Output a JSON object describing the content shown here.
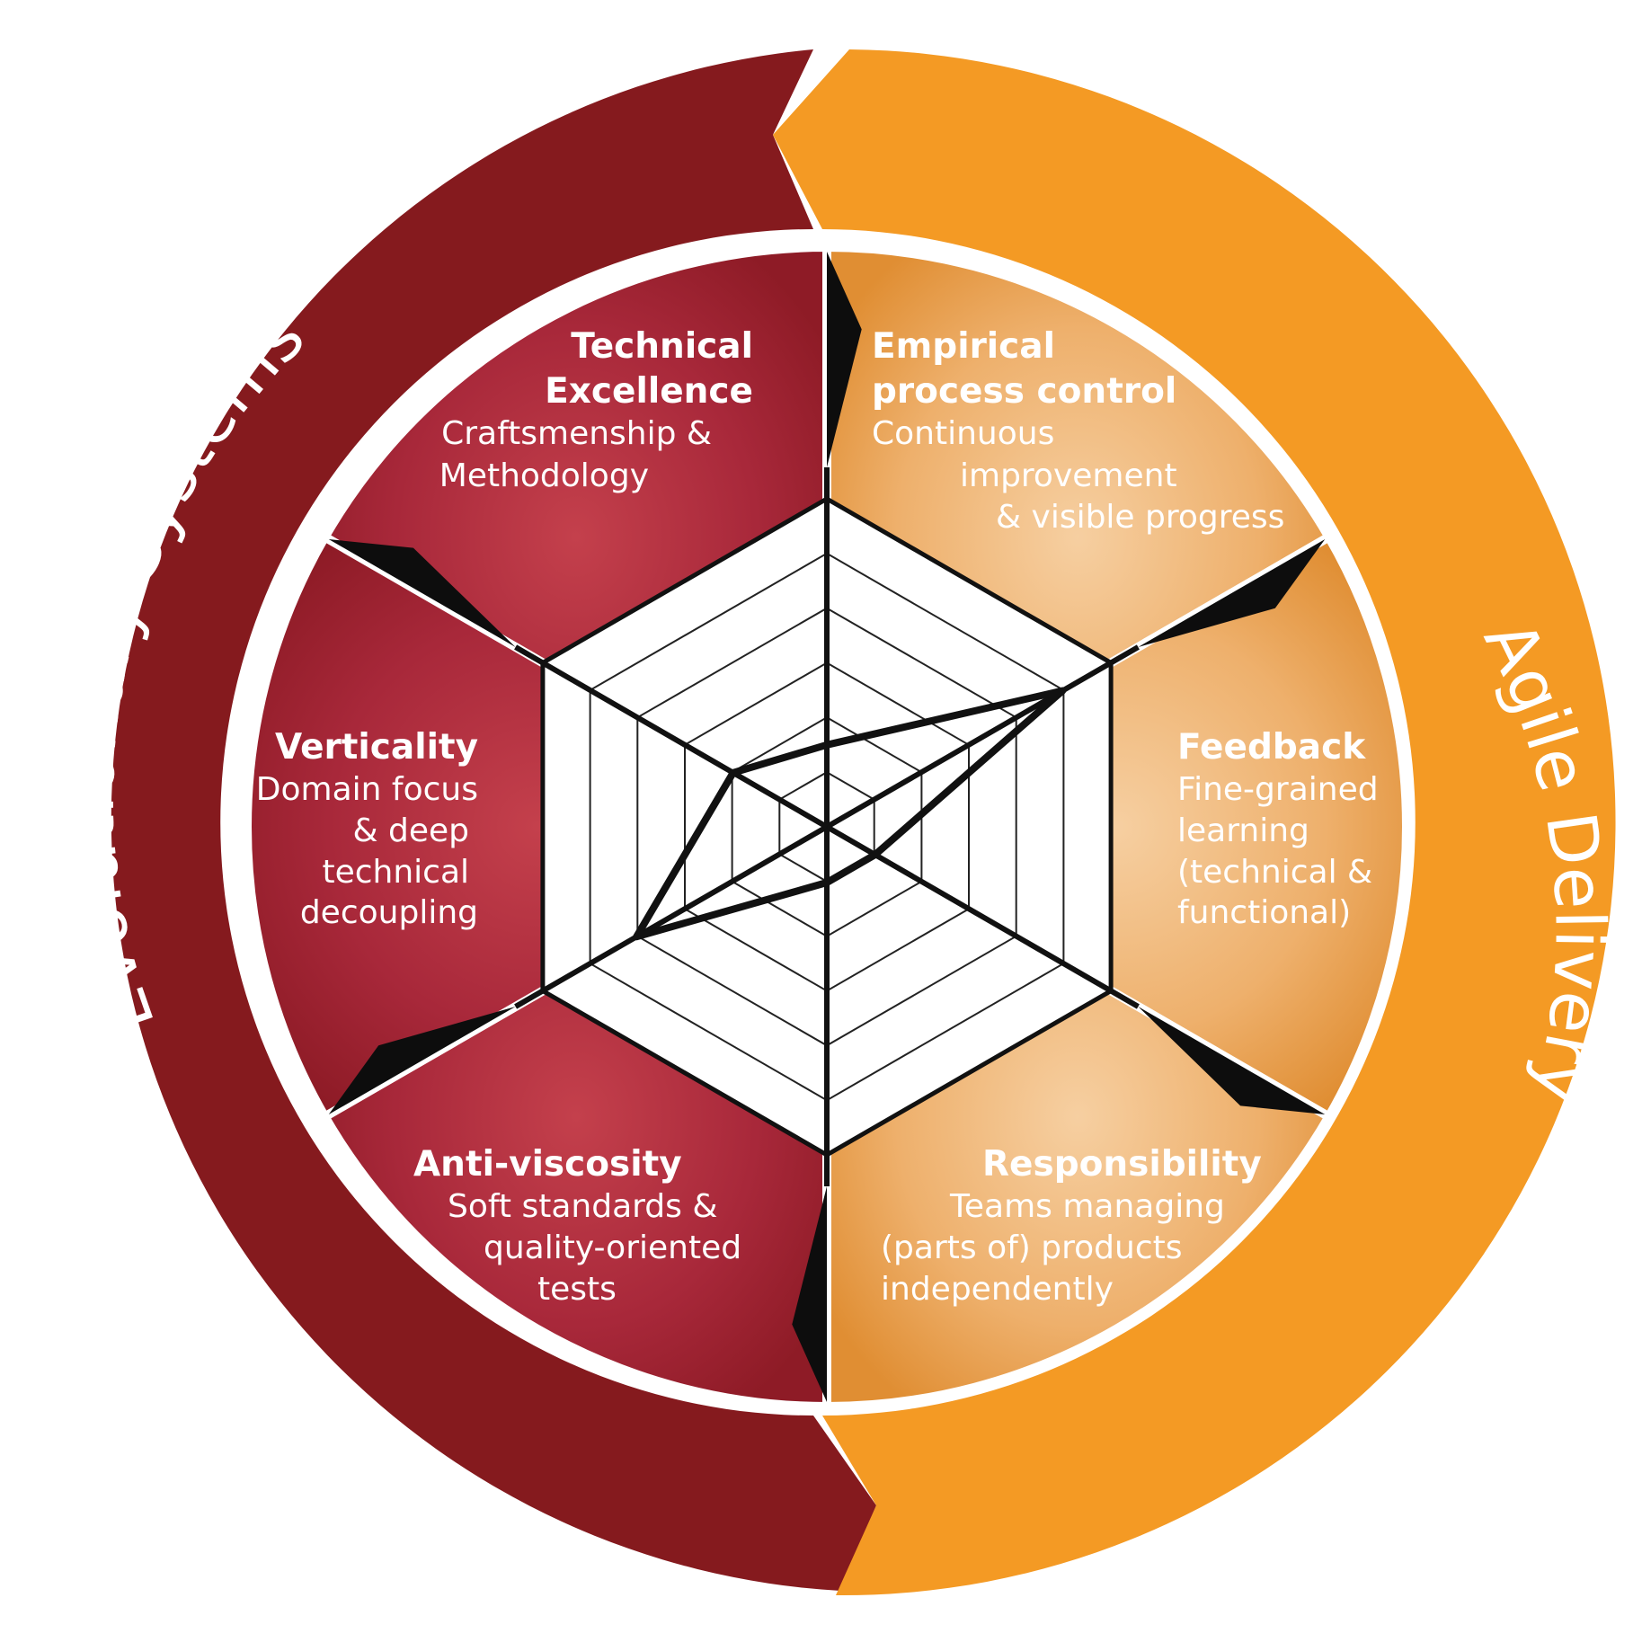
{
  "diagram": {
    "outer_ring": {
      "left": {
        "label": "Evolutionary Systems",
        "color": "#851A1E"
      },
      "right": {
        "label": "Agile Delivery",
        "color": "#F49A24"
      }
    },
    "segments": [
      {
        "id": "technical-excellence",
        "title": [
          "Technical",
          "Excellence"
        ],
        "lines": [
          "Craftsmenship &",
          "Methodology"
        ]
      },
      {
        "id": "empirical-process-control",
        "title": [
          "Empirical",
          "process control"
        ],
        "lines": [
          "Continuous",
          "improvement",
          "& visible progress"
        ]
      },
      {
        "id": "feedback",
        "title": [
          "Feedback"
        ],
        "lines": [
          "Fine-grained",
          "learning",
          "(technical &",
          "functional)"
        ]
      },
      {
        "id": "responsibility",
        "title": [
          "Responsibility"
        ],
        "lines": [
          "Teams managing",
          "(parts of) products",
          "independently"
        ]
      },
      {
        "id": "anti-viscosity",
        "title": [
          "Anti-viscosity"
        ],
        "lines": [
          "Soft standards &",
          "quality-oriented",
          "tests"
        ]
      },
      {
        "id": "verticality",
        "title": [
          "Verticality"
        ],
        "lines": [
          "Domain focus",
          "& deep",
          "technical",
          "decoupling"
        ]
      }
    ],
    "radar": {
      "levels": 6,
      "axes_order": [
        "technical-excellence",
        "empirical-process-control",
        "feedback",
        "responsibility",
        "anti-viscosity",
        "verticality"
      ],
      "values": [
        0.25,
        0.83,
        0.17,
        0.17,
        0.67,
        0.33
      ]
    }
  }
}
